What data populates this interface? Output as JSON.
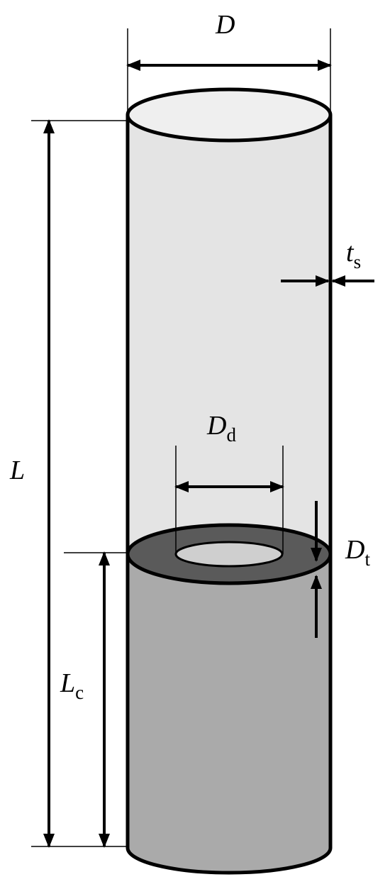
{
  "labels": {
    "D": {
      "main": "D",
      "sub": ""
    },
    "L": {
      "main": "L",
      "sub": ""
    },
    "ts": {
      "main": "t",
      "sub": "s"
    },
    "Dd": {
      "main": "D",
      "sub": "d"
    },
    "Dt": {
      "main": "D",
      "sub": "t"
    },
    "Lc": {
      "main": "L",
      "sub": "c"
    }
  },
  "colors": {
    "upper_tube": "#e4e4e4",
    "top_cap": "#efefef",
    "lower_body": "#aaaaaa",
    "annulus": "#5a5a5a",
    "inner_hole": "#cfcfcf",
    "line": "#000000"
  }
}
